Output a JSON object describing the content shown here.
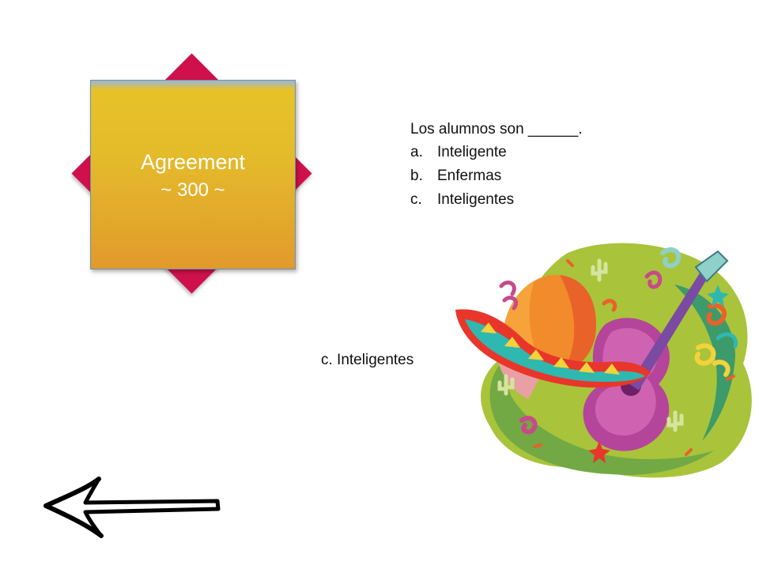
{
  "tile": {
    "category": "Agreement",
    "points": "~ 300 ~"
  },
  "question": {
    "text": "Los alumnos son ______.",
    "options": [
      {
        "letter": "a.",
        "text": "Inteligente"
      },
      {
        "letter": "b.",
        "text": "Enfermas"
      },
      {
        "letter": "c.",
        "text": "Inteligentes"
      }
    ]
  },
  "answer": {
    "text": "c. Inteligentes"
  },
  "colors": {
    "diamond": "#d0104c",
    "tile_top": "#e7c227",
    "tile_bottom": "#e19a2b"
  },
  "icons": {
    "clipart": "sombrero-guitar-fiesta-icon",
    "nav": "back-arrow-icon"
  }
}
